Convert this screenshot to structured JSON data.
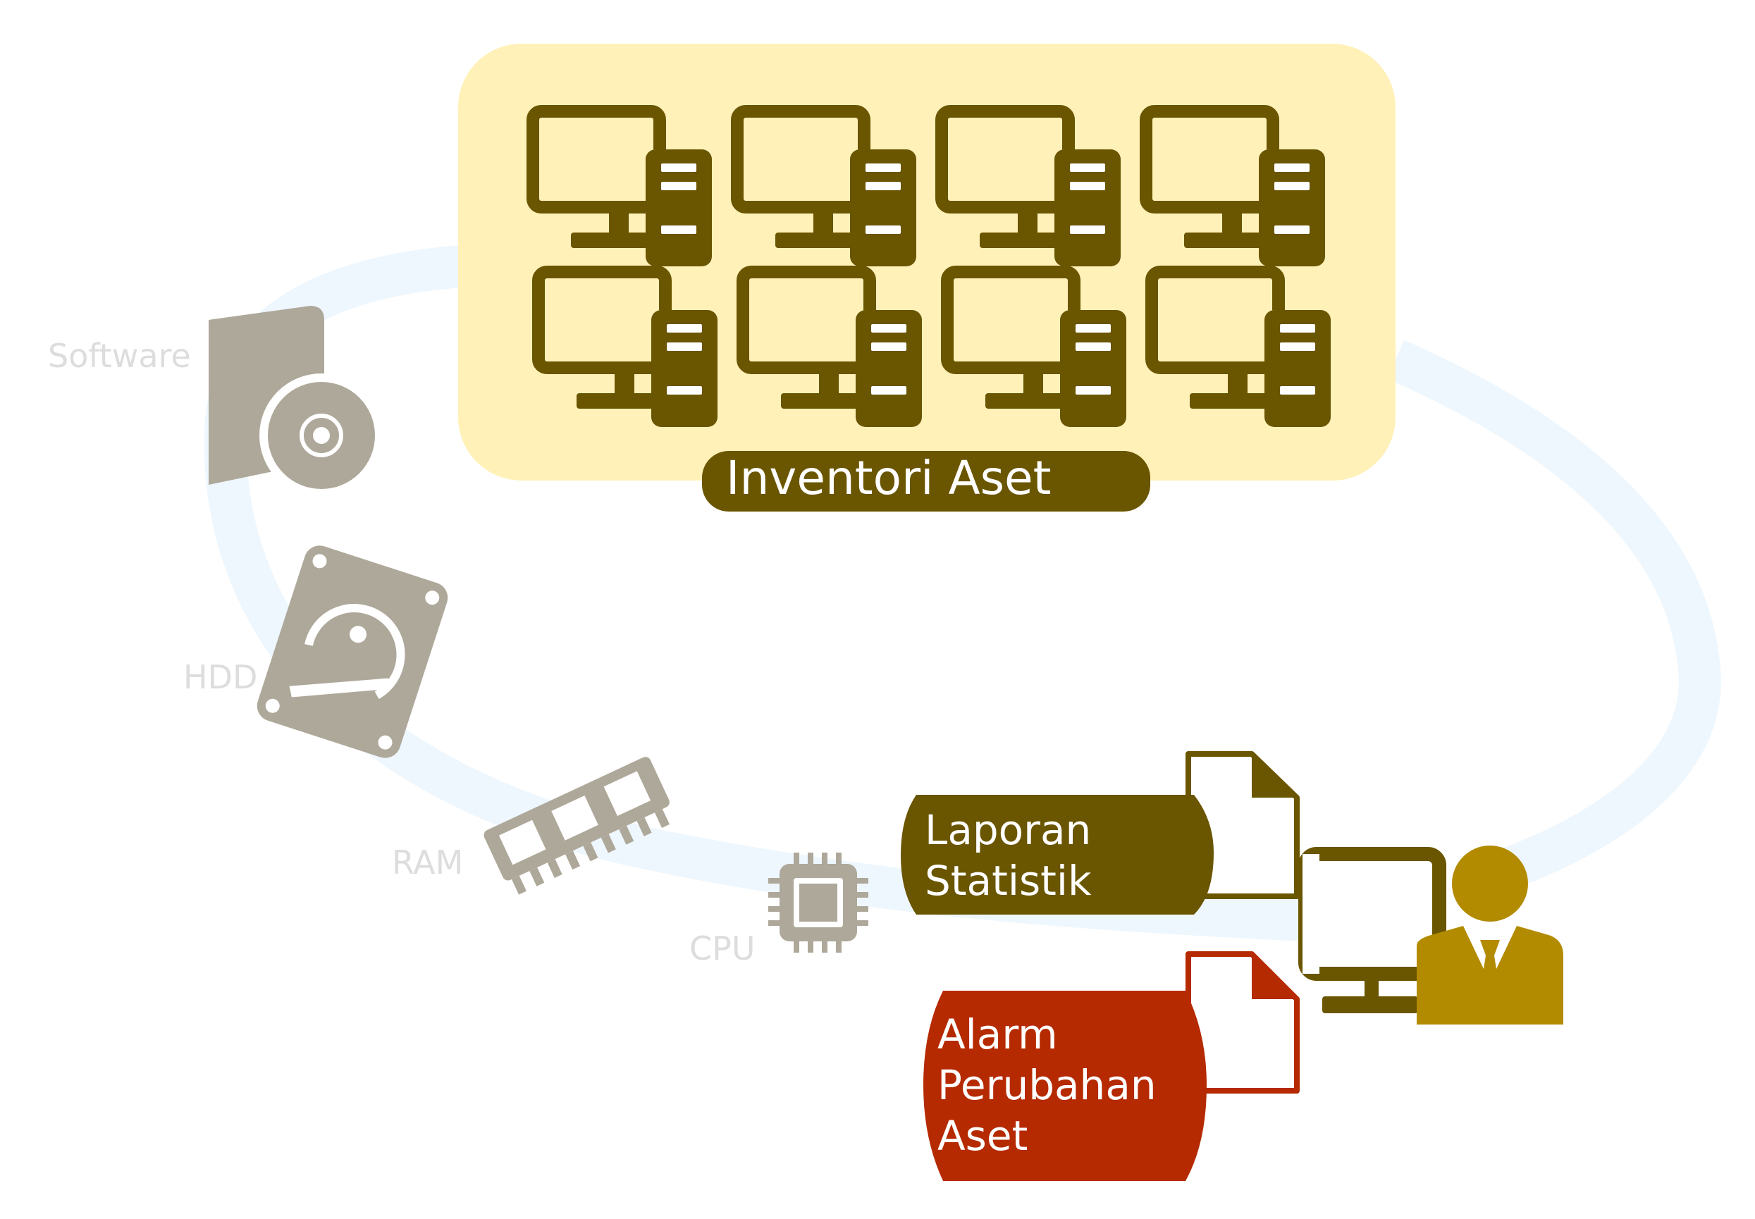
{
  "inventory": {
    "title": "Inventori Aset",
    "computer_icon": "desktop-computer-icon",
    "computer_count": 8
  },
  "components": {
    "software": {
      "label": "Software",
      "icon": "software-disc-icon"
    },
    "hdd": {
      "label": "HDD",
      "icon": "hard-drive-icon"
    },
    "ram": {
      "label": "RAM",
      "icon": "ram-module-icon"
    },
    "cpu": {
      "label": "CPU",
      "icon": "cpu-chip-icon"
    }
  },
  "outputs": {
    "report": {
      "line1": "Laporan",
      "line2": "Statistik",
      "icon": "document-icon"
    },
    "alarm": {
      "line1": "Alarm",
      "line2": "Perubahan",
      "line3": "Aset",
      "icon": "document-icon"
    }
  },
  "user": {
    "icon": "user-admin-icon",
    "monitor_icon": "monitor-icon"
  },
  "colors": {
    "olive_dark": "#6a5500",
    "olive_gold": "#b38b00",
    "panel_bg": "#fff1b8",
    "alarm_red": "#b52a00",
    "hardware_gray": "#aea89a",
    "label_gray": "#dddddd",
    "loop_blue": "#eef7fd",
    "white": "#ffffff"
  }
}
